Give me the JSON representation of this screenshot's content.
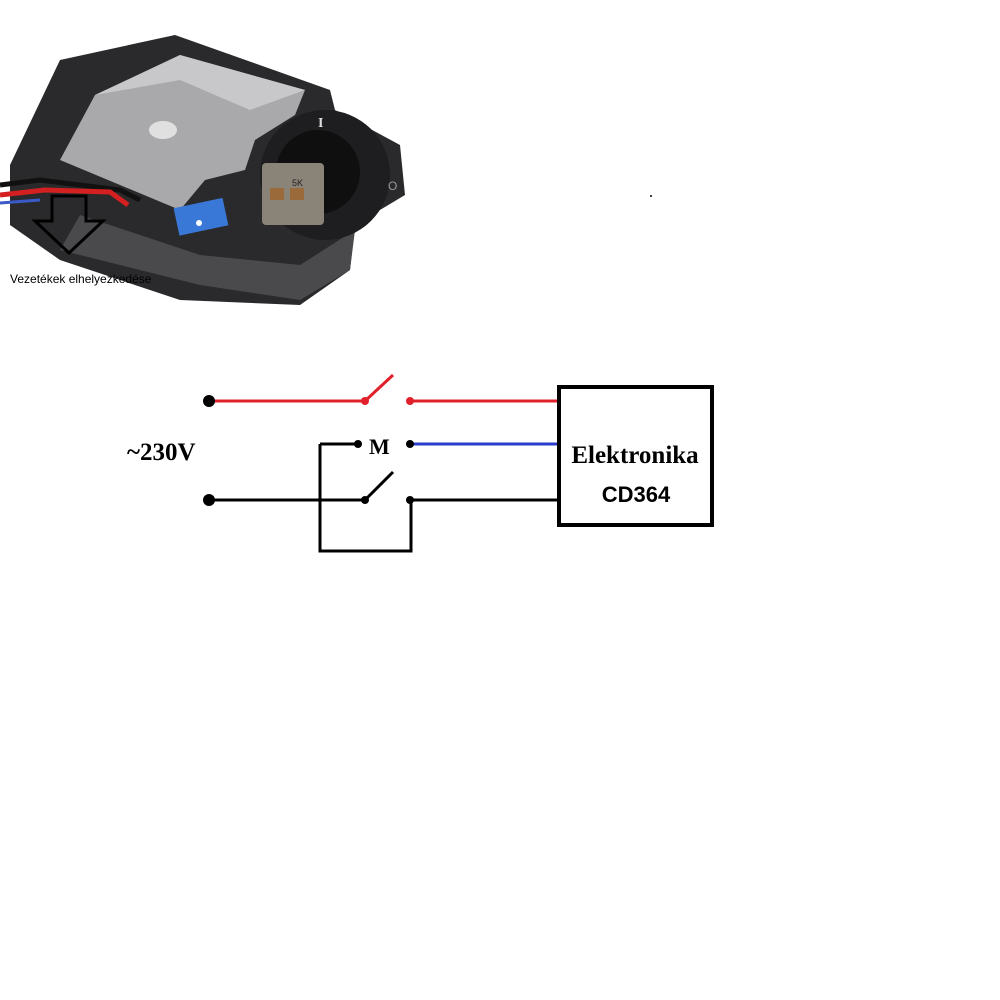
{
  "photo": {
    "caption": "Vezetékek elhelyezkedése",
    "knob_marks": [
      "I",
      "O"
    ],
    "component_label": "5K"
  },
  "diagram": {
    "voltage_label": "~230V",
    "motor_label": "M",
    "box_title": "Elektronika",
    "box_model": "CD364",
    "colors": {
      "live": "#e0202a",
      "motor": "#2a3ccc",
      "neutral": "#000000"
    }
  }
}
